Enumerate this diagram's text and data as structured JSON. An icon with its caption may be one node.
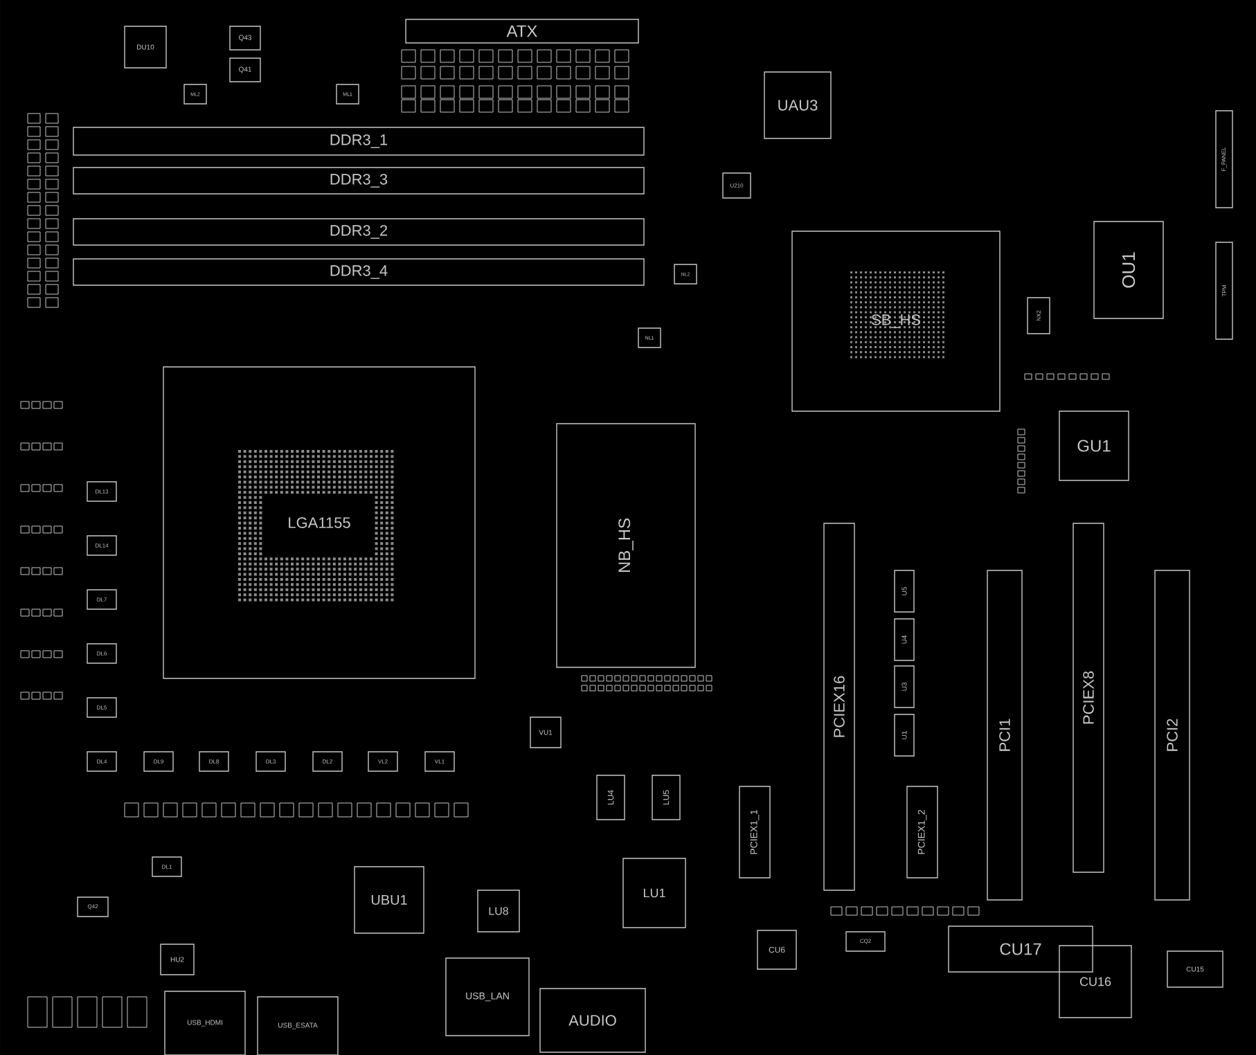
{
  "diagram": {
    "nodes": [
      {
        "text": [
          "ATX"
        ]
      },
      {
        "text": [
          "DDR3_1"
        ]
      },
      {
        "text": [
          "DDR3_3"
        ]
      },
      {
        "text": [
          "DDR3_2"
        ]
      },
      {
        "text": [
          "DDR3_4"
        ]
      },
      {
        "text": [
          "DU10"
        ]
      },
      {
        "text": [
          "Q43"
        ]
      },
      {
        "text": [
          "Q41"
        ]
      },
      {
        "text": [
          "UAU3"
        ]
      },
      {
        "text": [
          "SB_HS"
        ]
      },
      {
        "text": [
          "OU1"
        ]
      },
      {
        "text": [
          "GU1"
        ]
      },
      {
        "text": [
          "NB_HS"
        ]
      },
      {
        "text": [
          "LGA1155"
        ]
      },
      {
        "text": [
          "PCIEX16"
        ]
      },
      {
        "text": [
          "PCI1"
        ]
      },
      {
        "text": [
          "PCIEX8"
        ]
      },
      {
        "text": [
          "PCI2"
        ]
      },
      {
        "text": [
          "PCIEX1_1"
        ]
      },
      {
        "text": [
          "PCIEX1_2"
        ]
      },
      {
        "text": [
          "U5"
        ]
      },
      {
        "text": [
          "U4"
        ]
      },
      {
        "text": [
          "U3"
        ]
      },
      {
        "text": [
          "U1"
        ]
      },
      {
        "text": [
          "UBU1"
        ]
      },
      {
        "text": [
          "LU8"
        ]
      },
      {
        "text": [
          "LU1"
        ]
      },
      {
        "text": [
          "USB_LAN"
        ]
      },
      {
        "text": [
          "AUDIO"
        ]
      },
      {
        "text": [
          "USB_ESATA"
        ]
      },
      {
        "text": [
          "USB_HDMI"
        ]
      },
      {
        "text": [
          "CU17"
        ]
      },
      {
        "text": [
          "CU16"
        ]
      },
      {
        "text": [
          "CU15"
        ]
      },
      {
        "text": [
          "CU6"
        ]
      },
      {
        "text": [
          "CQ2"
        ]
      },
      {
        "text": [
          "DL13"
        ]
      },
      {
        "text": [
          "DL14"
        ]
      },
      {
        "text": [
          "DL7"
        ]
      },
      {
        "text": [
          "DL6"
        ]
      },
      {
        "text": [
          "DL5"
        ]
      },
      {
        "text": [
          "DL4"
        ]
      },
      {
        "text": [
          "DL9"
        ]
      },
      {
        "text": [
          "DL8"
        ]
      },
      {
        "text": [
          "DL3"
        ]
      },
      {
        "text": [
          "DL2"
        ]
      },
      {
        "text": [
          "VL2"
        ]
      },
      {
        "text": [
          "VL1"
        ]
      },
      {
        "text": [
          "DL1"
        ]
      },
      {
        "text": [
          "HU2"
        ]
      },
      {
        "text": [
          "Q42"
        ]
      },
      {
        "text": [
          "VU1"
        ]
      },
      {
        "text": [
          "LU4"
        ]
      },
      {
        "text": [
          "LU5"
        ]
      },
      {
        "text": [
          "NX2"
        ]
      },
      {
        "text": [
          "ML1"
        ]
      },
      {
        "text": [
          "ML2"
        ]
      },
      {
        "text": [
          "NL1"
        ]
      },
      {
        "text": [
          "NL2"
        ]
      },
      {
        "text": [
          "U210"
        ]
      },
      {
        "text": [
          "F_PANEL"
        ]
      },
      {
        "text": [
          "TPM"
        ]
      }
    ]
  }
}
